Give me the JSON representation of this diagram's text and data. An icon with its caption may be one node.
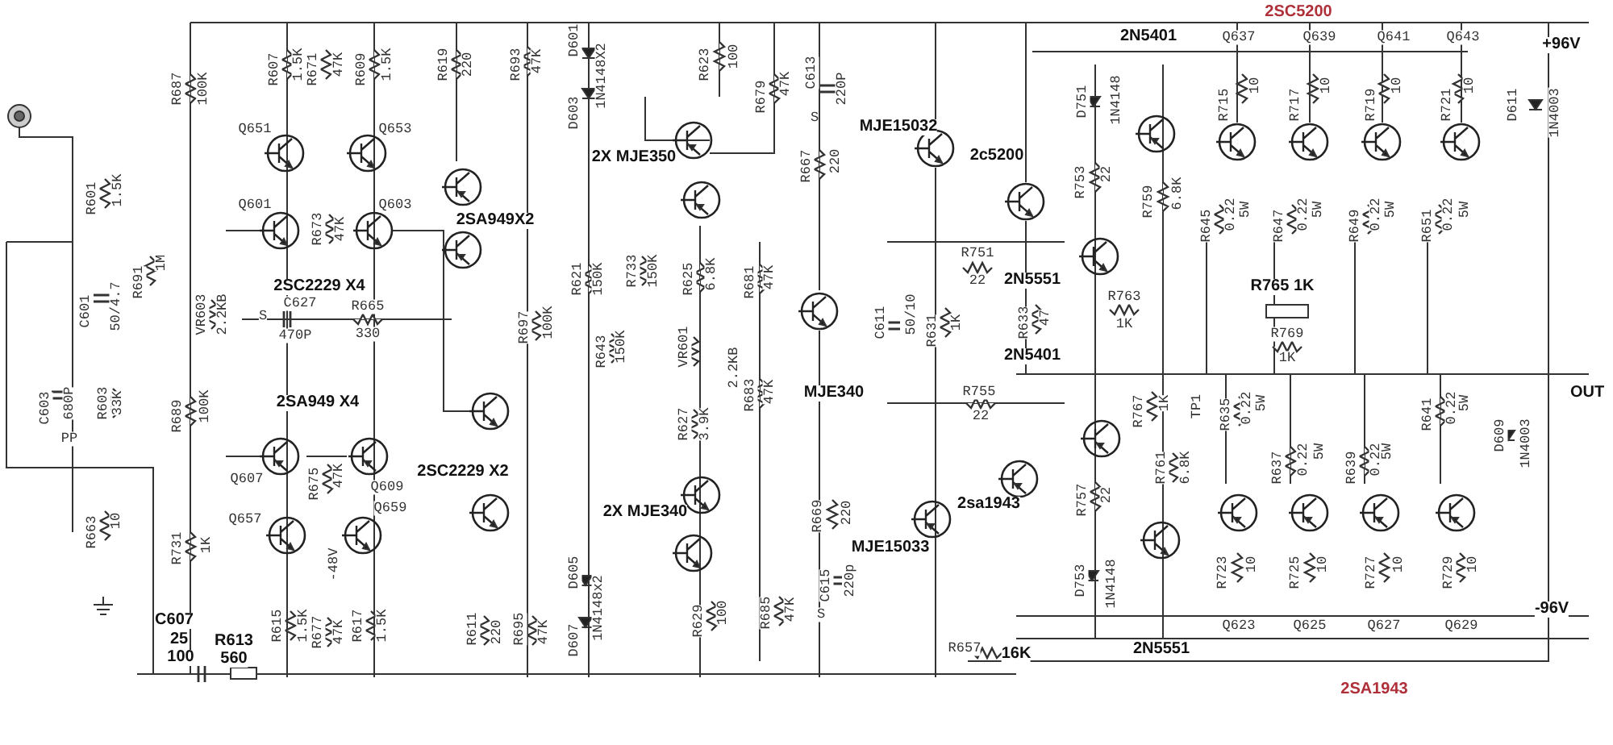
{
  "diagram": {
    "labels": [
      "R687",
      "100K",
      "R607",
      "1.5K",
      "R671",
      "47K",
      "R609",
      "1.5K",
      "R619",
      "220",
      "R693",
      "47K",
      "D601",
      "1N4148X2",
      "R623",
      "100",
      "R679",
      "47K",
      "C613",
      "220P",
      "2N5401",
      "2SC5200",
      "Q637",
      "Q639",
      "Q641",
      "Q643",
      "+96V",
      "Q651",
      "Q653",
      "D603",
      "D751",
      "1N4148",
      "R715",
      "10",
      "R717",
      "10",
      "R719",
      "10",
      "R721",
      "10",
      "D611",
      "1N4003",
      "S",
      "MJE15032",
      "2X MJE350",
      "2c5200",
      "R667",
      "220",
      "R601",
      "1.5K",
      "Q601",
      "R673",
      "47K",
      "Q603",
      "2SA949X2",
      "R753",
      "22",
      "R759",
      "6.8K",
      "R645",
      "0.22",
      "5W",
      "R647",
      "0.22",
      "5W",
      "R649",
      "0.22",
      "5W",
      "R651",
      "0.22",
      "5W",
      "R621",
      "150K",
      "R733",
      "150K",
      "R625",
      "6.8K",
      "R681",
      "47K",
      "R751",
      "22",
      "2N5551",
      "R765 1K",
      "R691",
      "1M",
      "2SC2229 X4",
      "R763",
      "1K",
      "C601",
      "50/4.7",
      "VR603",
      "2.2KB",
      "C627",
      "S",
      "R665",
      "470P",
      "330",
      "R697",
      "100K",
      "C611",
      "50/10",
      "R631",
      "1K",
      "R633",
      "47",
      "R769",
      "1K",
      "R643",
      "150K",
      "VR601",
      "2.2KB",
      "2N5401",
      "MJE340",
      "R755",
      "22",
      "OUT",
      "C603",
      "680P",
      "PP",
      "R603",
      "33K",
      "R689",
      "100K",
      "2SA949 X4",
      "R683",
      "47K",
      "R627",
      "3.9K",
      "R767",
      "1K",
      "TP1",
      "R635",
      "0.22",
      "5W",
      "R641",
      "0.22",
      "5W",
      "D609",
      "1N4003",
      "R637",
      "0.22",
      "5W",
      "R639",
      "0.22",
      "5W",
      "R761",
      "6.8K",
      "2SC2229 X2",
      "Q607",
      "R675",
      "47K",
      "Q609",
      "R757",
      "22",
      "2sa1943",
      "Q657",
      "Q659",
      "2X MJE340",
      "R669",
      "220",
      "R663",
      "10",
      "R731",
      "1K",
      "MJE15033",
      "-48V",
      "D605",
      "1N4148x2",
      "R723",
      "10",
      "R725",
      "10",
      "R727",
      "10",
      "R729",
      "10",
      "D753",
      "1N4148",
      "C615",
      "220p",
      "S",
      "-96V",
      "R629",
      "100",
      "R685",
      "47K",
      "C607",
      "R615",
      "1.5K",
      "R677",
      "47K",
      "R617",
      "1.5K",
      "R611",
      "220",
      "R695",
      "47K",
      "D607",
      "Q623",
      "Q625",
      "Q627",
      "Q629",
      "25",
      "R613",
      "R657",
      "16K",
      "2N5551",
      "100",
      "560",
      "2SA1943"
    ]
  }
}
